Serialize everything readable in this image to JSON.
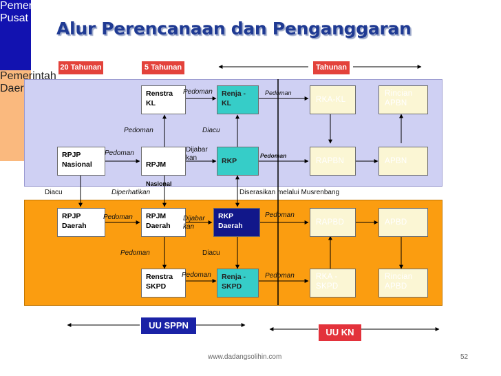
{
  "title": "Alur Perencanaan dan Penganggaran",
  "horizons": {
    "h20": "20 Tahunan",
    "h5": "5 Tahunan",
    "h1": "Tahunan"
  },
  "boxes": {
    "renstra_kl": "Renstra\nKL",
    "renja_kl": "Renja -\nKL",
    "rka_kl": "RKA-KL",
    "rincian_apbn": "Rincian\nAPBN",
    "rpjp_nasional": "RPJP\nNasional",
    "rpjm_nasional_1": "RPJM",
    "rpjm_nasional_2": "Nasional",
    "rkp": "RKP",
    "rapbn": "RAPBN",
    "apbn": "APBN",
    "rpjp_daerah": "RPJP\nDaerah",
    "rpjm_daerah": "RPJM\nDaerah",
    "rkp_daerah": "RKP\nDaerah",
    "rapbd": "RAPBD",
    "apbd": "APBD",
    "renstra_skpd": "Renstra\nSKPD",
    "renja_skpd": "Renja -\nSKPD",
    "rka_skpd": "RKA -\nSKPD",
    "rincian_apbd": "Rincian\nAPBD"
  },
  "labels": {
    "pedoman": "Pedoman",
    "diacu": "Diacu",
    "dijabarkan": "Dijabar\nkan",
    "diperhatikan": "Diperhatikan",
    "diserasikan": "Diserasikan melalui Musrenbang"
  },
  "side": {
    "pusat": "Pemerintah\nPusat",
    "daerah": "Pemerintah\nDaerah"
  },
  "laws": {
    "sppn": "UU SPPN",
    "kn": "UU KN"
  },
  "footer": {
    "url": "www.dadangsolihin.com",
    "page": "52"
  },
  "colors": {
    "title": "#1f3a93",
    "top_panel": "#cfd0f3",
    "bottom_panel": "#fb9d10",
    "teal": "#36cdc8",
    "navy": "#11178a",
    "cream": "#fbf6d4"
  }
}
